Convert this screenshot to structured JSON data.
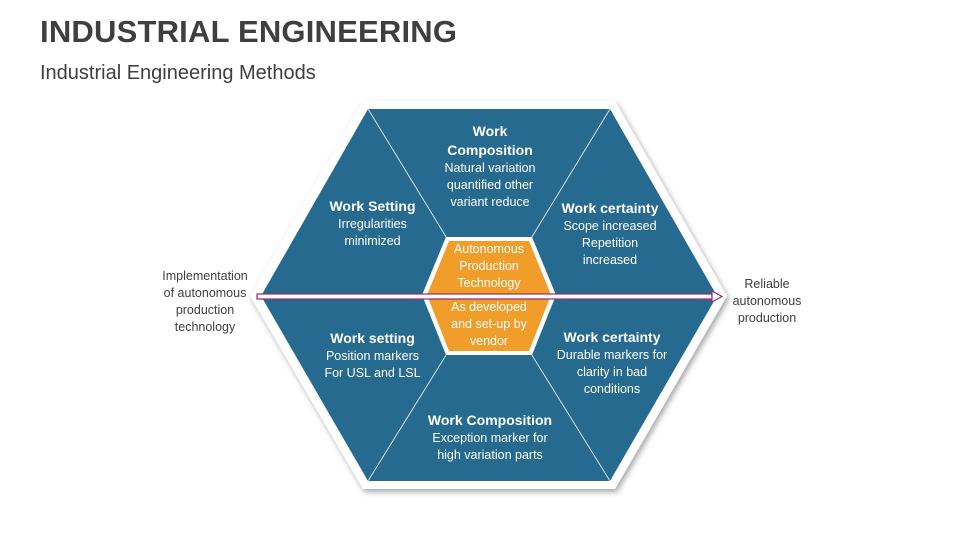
{
  "header": {
    "title": "INDUSTRIAL ENGINEERING",
    "subtitle": "Industrial Engineering Methods"
  },
  "colors": {
    "segment_fill": "#266b8f",
    "center_fill": "#f19d2a",
    "arrow_stroke": "#9b2b6a",
    "text_dark": "#3f3f3f"
  },
  "segments": [
    {
      "id": "top",
      "heading": "Work\nComposition",
      "body": "Natural variation\nquantified other\nvariant reduce"
    },
    {
      "id": "upper-left",
      "heading": "Work Setting",
      "body": "Irregularities\nminimized"
    },
    {
      "id": "upper-right",
      "heading": "Work certainty",
      "body": "Scope increased\nRepetition\nincreased"
    },
    {
      "id": "lower-left",
      "heading": "Work setting",
      "body": "Position markers\nFor USL and LSL"
    },
    {
      "id": "lower-right",
      "heading": "Work certainty",
      "body": "Durable markers for\nclarity in bad\nconditions"
    },
    {
      "id": "bottom",
      "heading": "Work Composition",
      "body": "Exception marker for\nhigh variation parts"
    }
  ],
  "center": {
    "top_text": "Autonomous\nProduction\nTechnology",
    "bottom_text": "As developed\nand set-up by\nvendor"
  },
  "arrow": {
    "start_label": "Implementation\nof autonomous\nproduction\ntechnology",
    "end_label": "Reliable\nautonomous\nproduction"
  }
}
